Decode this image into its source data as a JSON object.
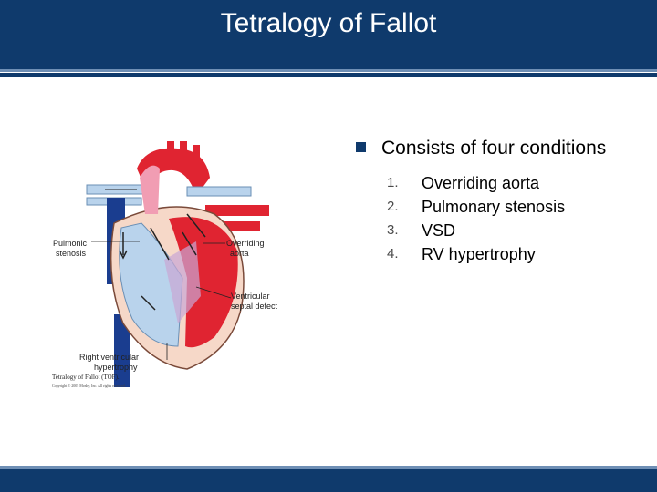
{
  "slide": {
    "title": "Tetralogy of Fallot"
  },
  "bullet": {
    "text": "Consists of four conditions"
  },
  "conditions": [
    {
      "num": "1.",
      "text": "Overriding aorta"
    },
    {
      "num": "2.",
      "text": "Pulmonary stenosis"
    },
    {
      "num": "3.",
      "text": "VSD"
    },
    {
      "num": "4.",
      "text": "RV hypertrophy"
    }
  ],
  "figure": {
    "labels": {
      "pulmonic_stenosis_1": "Pulmonic",
      "pulmonic_stenosis_2": "stenosis",
      "overriding_aorta_1": "Overriding",
      "overriding_aorta_2": "aorta",
      "vsd_1": "Ventricular",
      "vsd_2": "septal defect",
      "rvh_1": "Right ventricular",
      "rvh_2": "hypertrophy"
    },
    "caption": "Tetralogy of Fallot (TOF).",
    "copyright": "Copyright © 2005 Mosby, Inc. All rights reserved."
  },
  "colors": {
    "banner": "#0f3a6c",
    "oxygenated": "#e02431",
    "deoxygenated": "#b9d3ec",
    "vena_cava": "#1a3d8f"
  }
}
